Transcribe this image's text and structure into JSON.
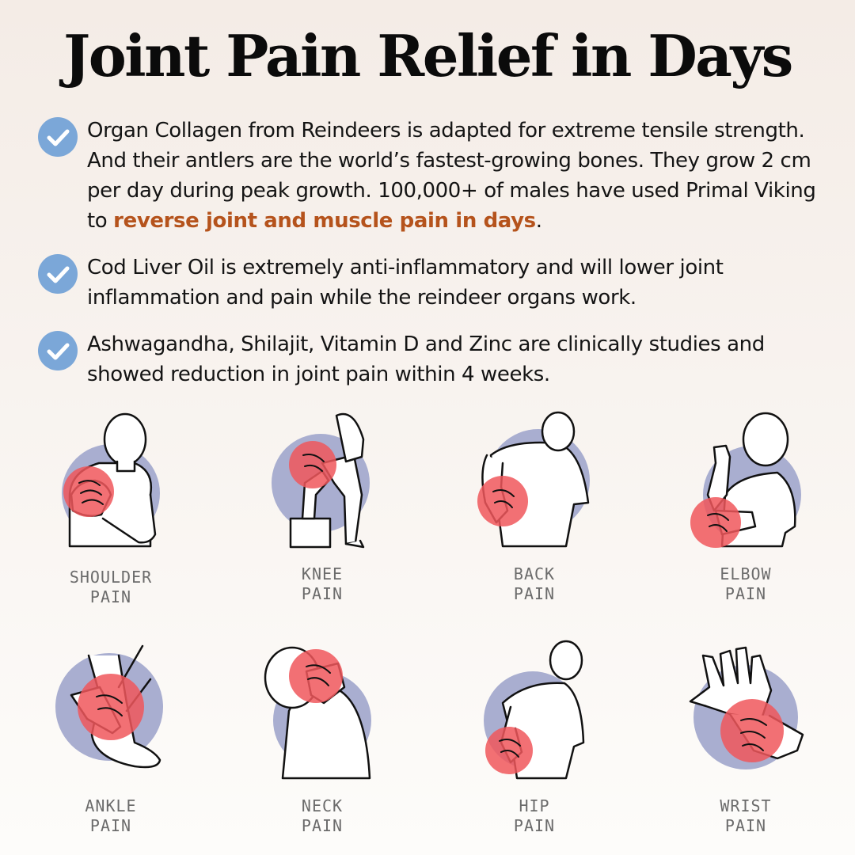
{
  "title": "Joint Pain Relief in Days",
  "bullets": [
    {
      "icon": "check-circle-icon",
      "text_before": "Organ Collagen from Reindeers is adapted for extreme tensile strength. And their antlers are the world’s fastest-growing bones. They grow 2 cm per day during peak growth. 100,000+ of males have used Primal Viking to ",
      "highlight": "reverse joint and muscle pain in days",
      "text_after": "."
    },
    {
      "icon": "check-circle-icon",
      "text_before": "Cod Liver Oil is extremely anti-inflammatory and will lower joint inflammation and pain while the reindeer organs work.",
      "highlight": "",
      "text_after": ""
    },
    {
      "icon": "check-circle-icon",
      "text_before": "Ashwagandha, Shilajit, Vitamin D and Zinc are clinically studies and showed reduction in joint pain within 4 weeks.",
      "highlight": "",
      "text_after": ""
    }
  ],
  "pain_areas": [
    {
      "line1": "SHOULDER",
      "line2": "PAIN",
      "icon": "shoulder-pain-illustration"
    },
    {
      "line1": "KNEE",
      "line2": "PAIN",
      "icon": "knee-pain-illustration"
    },
    {
      "line1": "BACK",
      "line2": "PAIN",
      "icon": "back-pain-illustration"
    },
    {
      "line1": "ELBOW",
      "line2": "PAIN",
      "icon": "elbow-pain-illustration"
    },
    {
      "line1": "ANKLE",
      "line2": "PAIN",
      "icon": "ankle-pain-illustration"
    },
    {
      "line1": "NECK",
      "line2": "PAIN",
      "icon": "neck-pain-illustration"
    },
    {
      "line1": "HIP",
      "line2": "PAIN",
      "icon": "hip-pain-illustration"
    },
    {
      "line1": "WRIST",
      "line2": "PAIN",
      "icon": "wrist-pain-illustration"
    }
  ],
  "colors": {
    "accent": "#b5531c",
    "check": "#7ba7d8",
    "halo": "#a9aed0",
    "pain": "#f0575c",
    "label": "#6b6b6b"
  }
}
